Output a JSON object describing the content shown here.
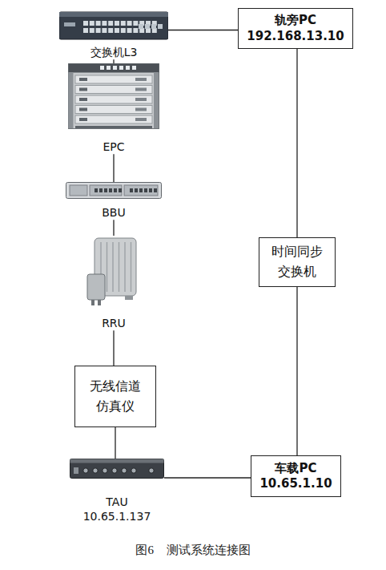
{
  "diagram": {
    "caption": "图6 测试系统连接图",
    "nodes": [
      {
        "text": [
          "交换机L3"
        ]
      },
      {
        "text": [
          "轨旁PC",
          "192.168.13.10"
        ]
      },
      {
        "text": [
          "EPC"
        ]
      },
      {
        "text": [
          "BBU"
        ]
      },
      {
        "text": [
          "时间同步 交换机"
        ]
      },
      {
        "text": [
          "RRU"
        ]
      },
      {
        "text": [
          "无线信道 仿真仪"
        ]
      },
      {
        "text": [
          "TAU",
          "10.65.1.137"
        ]
      },
      {
        "text": [
          "车载PC",
          "10.65.1.10"
        ]
      }
    ],
    "edges": [
      {
        "from": 0,
        "to": 1,
        "arrow": "none"
      },
      {
        "from": 0,
        "to": 2,
        "arrow": "none"
      },
      {
        "from": 2,
        "to": 3,
        "arrow": "none"
      },
      {
        "from": 3,
        "to": 5,
        "arrow": "none"
      },
      {
        "from": 5,
        "to": 6,
        "arrow": "none"
      },
      {
        "from": 6,
        "to": 7,
        "arrow": "none"
      },
      {
        "from": 7,
        "to": 8,
        "arrow": "none"
      },
      {
        "from": 1,
        "to": 4,
        "arrow": "none"
      },
      {
        "from": 4,
        "to": 8,
        "arrow": "none"
      }
    ]
  }
}
